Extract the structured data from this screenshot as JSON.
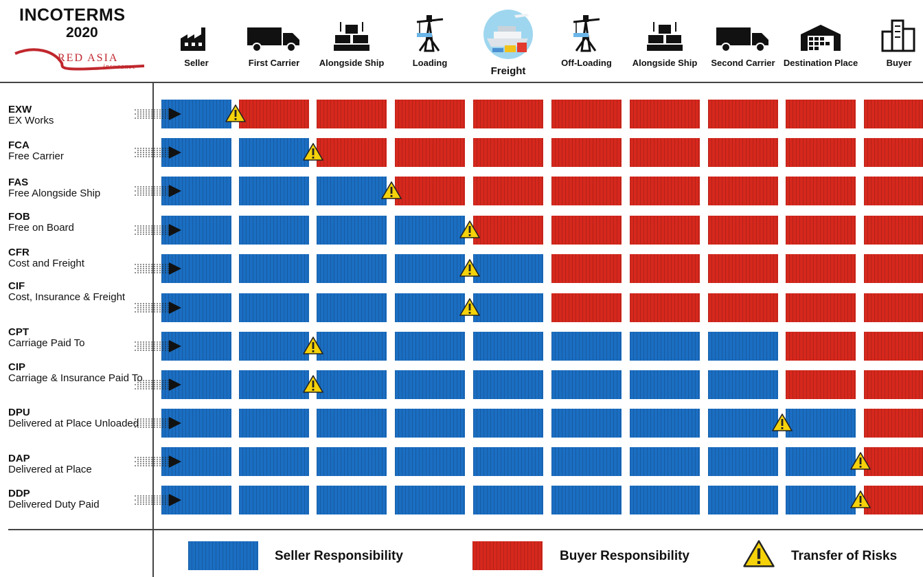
{
  "header": {
    "title_line1": "INCOTERMS",
    "title_line2": "2020",
    "logo_text": "RED ASIA",
    "logo_subtext": "insurance"
  },
  "stages": [
    {
      "label": "Seller",
      "icon": "factory-icon"
    },
    {
      "label": "First Carrier",
      "icon": "truck-icon"
    },
    {
      "label": "Alongside Ship",
      "icon": "boxes-icon"
    },
    {
      "label": "Loading",
      "icon": "crane-icon"
    },
    {
      "label": "Freight",
      "icon": "freight-icon"
    },
    {
      "label": "Off-Loading",
      "icon": "crane-icon"
    },
    {
      "label": "Alongside Ship",
      "icon": "boxes-icon"
    },
    {
      "label": "Second Carrier",
      "icon": "truck-icon"
    },
    {
      "label": "Destination Place",
      "icon": "warehouse-icon"
    },
    {
      "label": "Buyer",
      "icon": "building-icon"
    }
  ],
  "terms": [
    {
      "code": "EXW",
      "name": "EX Works",
      "seller_segments": 1,
      "risk_after": 1
    },
    {
      "code": "FCA",
      "name": "Free Carrier",
      "seller_segments": 2,
      "risk_after": 2
    },
    {
      "code": "FAS",
      "name": "Free Alongside Ship",
      "seller_segments": 3,
      "risk_after": 3
    },
    {
      "code": "FOB",
      "name": "Free on Board",
      "seller_segments": 4,
      "risk_after": 4
    },
    {
      "code": "CFR",
      "name": "Cost and Freight",
      "seller_segments": 5,
      "risk_after": 4
    },
    {
      "code": "CIF",
      "name": "Cost, Insurance & Freight",
      "seller_segments": 5,
      "risk_after": 4
    },
    {
      "code": "CPT",
      "name": "Carriage Paid To",
      "seller_segments": 8,
      "risk_after": 2
    },
    {
      "code": "CIP",
      "name": "Carriage & Insurance Paid To",
      "seller_segments": 8,
      "risk_after": 2
    },
    {
      "code": "DPU",
      "name": "Delivered at Place Unloaded",
      "seller_segments": 9,
      "risk_after": 8
    },
    {
      "code": "DAP",
      "name": "Delivered at Place",
      "seller_segments": 9,
      "risk_after": 9
    },
    {
      "code": "DDP",
      "name": "Delivered Duty Paid",
      "seller_segments": 9,
      "risk_after": 9
    }
  ],
  "legend": {
    "seller": "Seller Responsibility",
    "buyer": "Buyer Responsibility",
    "risk": "Transfer of Risks"
  },
  "colors": {
    "seller": "#1b6ec2",
    "buyer": "#d6281d",
    "warning": "#f5d20a"
  }
}
